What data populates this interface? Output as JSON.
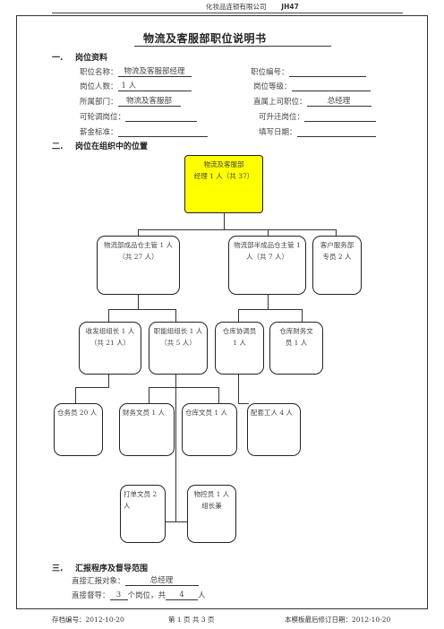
{
  "header": {
    "company": "化妆品连锁有限公司",
    "code": "JH47"
  },
  "doc_title": "物流及客服部职位说明书",
  "sections": {
    "s1": {
      "num": "一.",
      "title": "岗位资料"
    },
    "s2": {
      "num": "二.",
      "title": "岗位在组织中的位置"
    },
    "s3": {
      "num": "三.",
      "title": "汇报程序及督导范围"
    }
  },
  "fields": {
    "job_name_label": "职位名称：",
    "job_name_value": "物流及客服部经理",
    "job_no_label": "职位编号：",
    "job_no_value": "",
    "headcount_label": "岗位人数：",
    "headcount_value": "1 人",
    "grade_label": "岗位等级：",
    "grade_value": "",
    "dept_label": "所属部门：",
    "dept_value": "物流及客服部",
    "superior_label": "直属上司职位：",
    "superior_value": "总经理",
    "rotate_label": "可轮调岗位：",
    "rotate_value": "",
    "promote_label": "可升迁岗位：",
    "promote_value": "",
    "salary_label": "薪金标准：",
    "salary_value": "",
    "date_label": "填写日期：",
    "date_value": ""
  },
  "org": {
    "top": {
      "line1": "物流及客服部",
      "line2": "经理 1 人（共 37）"
    },
    "mgr_finished": {
      "line1": "物流部成品仓主管 1 人",
      "line2": "（共 27 人）"
    },
    "mgr_semi": {
      "line1": "物流部半成品仓主管 1",
      "line2": "人（共 7 人）"
    },
    "cust_service": {
      "line1": "客户服务部",
      "line2": "专员 2 人"
    },
    "recv_lead": {
      "line1": "收发组组长 1 人",
      "line2": "（共 21 人）"
    },
    "func_lead": {
      "line1": "职能组组长 1 人",
      "line2": "（共 5 人）"
    },
    "wh_coord": {
      "line1": "仓库协调员",
      "line2": "1 人"
    },
    "wh_fin_clerk": {
      "line1": "仓库财务文",
      "line2": "员 1 人"
    },
    "wh_staff": {
      "line1": "仓务员 20 人"
    },
    "fin_clerk": {
      "line1": "财务文员 1 人"
    },
    "wh_clerk": {
      "line1": "仓库文员 1 人"
    },
    "dist_worker": {
      "line1": "配套工人 4 人"
    },
    "print_clerk": {
      "line1": "打单文员 2 人"
    },
    "control_clerk": {
      "line1": "物控员 1 人",
      "line2": "组长兼"
    }
  },
  "report": {
    "direct_report_label": "直接汇报对象：",
    "direct_report_value": "总经理",
    "supervise_label": "直接督导：",
    "supervise_positions": "3",
    "supervise_mid": "个岗位，共",
    "supervise_people": "4",
    "supervise_unit": "人"
  },
  "footer": {
    "doc_no": "存档编号：2012-10-20",
    "page": "第 1 页 共 3 页",
    "revised": "本模板最后修订日期：2012-10-20"
  }
}
